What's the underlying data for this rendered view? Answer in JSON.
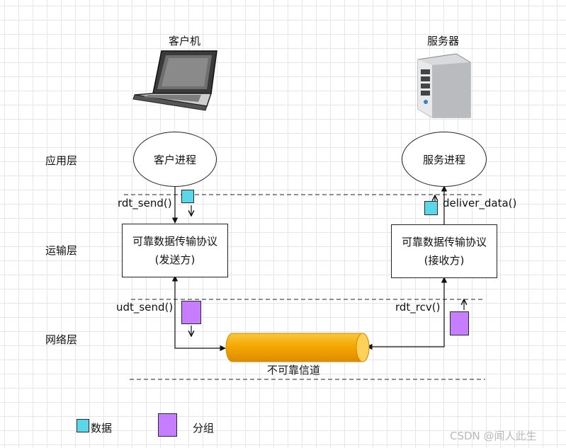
{
  "client": {
    "title": "客户机",
    "process": "客户进程"
  },
  "server": {
    "title": "服务器",
    "process": "服务进程"
  },
  "layers": {
    "application": "应用层",
    "transport": "运输层",
    "network": "网络层"
  },
  "sender_box": {
    "line1": "可靠数据传输协议",
    "line2": "(发送方)"
  },
  "receiver_box": {
    "line1": "可靠数据传输协议",
    "line2": "(接收方)"
  },
  "functions": {
    "rdt_send": "rdt_send()",
    "deliver_data": "deliver_data()",
    "udt_send": "udt_send()",
    "rdt_rcv": "rdt_rcv()"
  },
  "channel": {
    "label": "不可靠信道"
  },
  "legend": {
    "data_label": "数据",
    "packet_label": "分组"
  },
  "watermark": "CSDN @闻人此生",
  "colors": {
    "data": "#5ad7e8",
    "packet": "#c77dff",
    "channel": "#f5a800"
  }
}
